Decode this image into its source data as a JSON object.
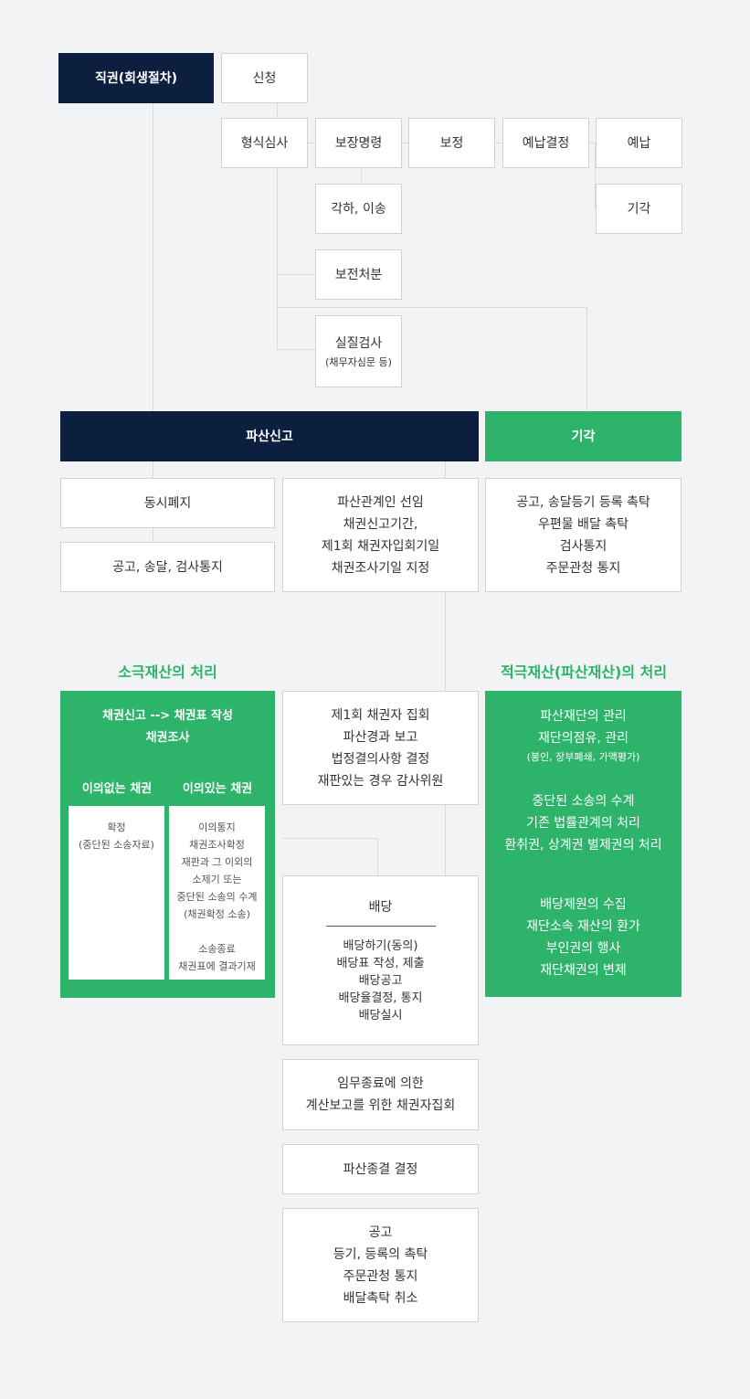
{
  "top": {
    "jikgwon": "직권(회생절차)",
    "sincheong": "신청",
    "hyeongsik": "형식심사",
    "bojang": "보장명령",
    "bojeong": "보정",
    "yenap_gyeoljeong": "예납결정",
    "yenap": "예납",
    "gakha": "각하, 이송",
    "gigak_small": "기각",
    "bojeon": "보전처분",
    "siljil": "실질검사",
    "siljil_sub": "(채무자심문 등)"
  },
  "bars": {
    "pasan": "파산신고",
    "gigak": "기각"
  },
  "row2": {
    "dongsi": "동시폐지",
    "gonggo": "공고, 송달, 검사통지",
    "middle_lines": [
      "파산관계인 선임",
      "채권신고기간,",
      "제1회 채권자입회기일",
      "채권조사기일 지정"
    ],
    "right_lines": [
      "공고, 송달등기 등록 촉탁",
      "우편물 배달 촉탁",
      "검사통지",
      "주문관청 통지"
    ]
  },
  "left_panel": {
    "title": "소극재산의 처리",
    "head1": "채권신고    -->   채권표 작성",
    "head2": "채권조사",
    "col1_title": "이의없는 채권",
    "col2_title": "이의있는 채권",
    "col1_text": "확정\n(중단된 소송자료)",
    "col2_text": "이의통지\n채권조사확정\n재판과 그 이외의\n소제기 또는\n중단된 소송의 수계\n(채권확정 소송)\n\n소송종료\n채권표에 결과기재"
  },
  "right_panel": {
    "title": "적극재산(파산재산)의 처리",
    "g1": [
      "파산재단의 관리",
      "재단의점유, 관리"
    ],
    "g1_sub": "(봉인, 장부폐쇄, 가액평가)",
    "g2": [
      "중단된 소송의 수계",
      "기존 법률관계의 처리",
      "환취권, 상계권 별제권의 처리"
    ],
    "g3": [
      "배당제원의 수집",
      "재단소속 재산의 환가",
      "부인권의 행사",
      "재단채권의 변제"
    ]
  },
  "flow": {
    "first_meeting": [
      "제1회 채권자 집회",
      "파산경과 보고",
      "법정결의사항 결정",
      "재판있는 경우 감사위원"
    ],
    "baedang_title": "배당",
    "baedang_items": [
      "배당하기(동의)",
      "배당표 작성, 제출",
      "배당공고",
      "배당율결정, 통지",
      "배당실시"
    ],
    "immu": [
      "임무종료에 의한",
      "계산보고를 위한 채권자집회"
    ],
    "jonggyeol": "파산종결 결정",
    "final": [
      "공고",
      "등기, 등록의 촉탁",
      "주문관청 통지",
      "배달촉탁 취소"
    ]
  },
  "colors": {
    "navy": "#0c1f3f",
    "green": "#2db36a",
    "border": "#cfd2d6",
    "line": "#d9dbdf",
    "bg": "#f2f3f5"
  }
}
